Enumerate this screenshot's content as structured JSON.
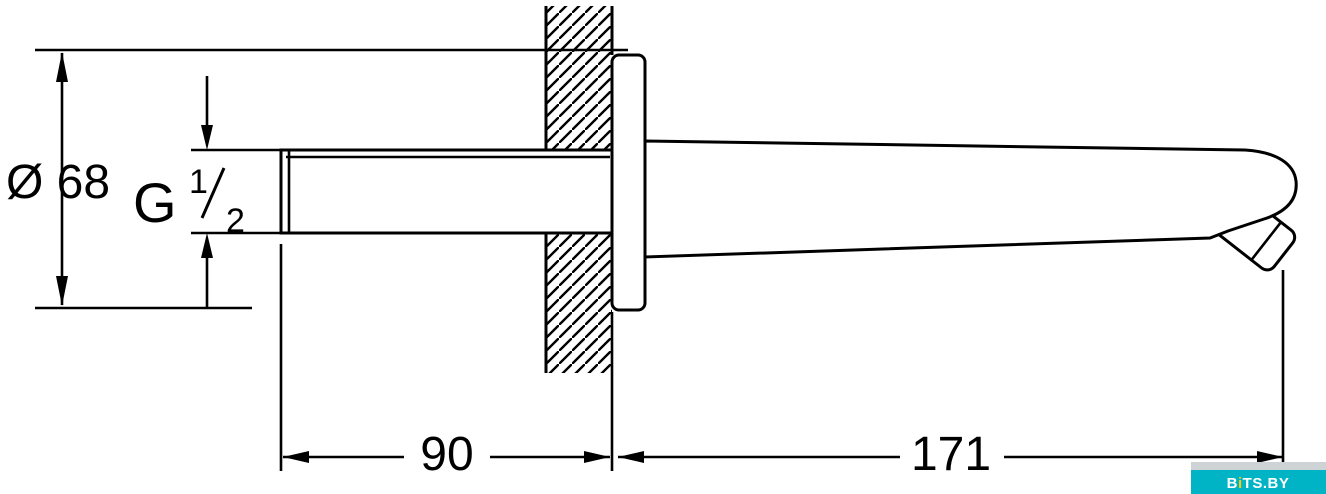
{
  "drawing": {
    "dim_diameter": {
      "label": "Ø 68"
    },
    "dim_thread": {
      "letter": "G",
      "numerator": "1",
      "denominator": "2",
      "full": "G 1/2"
    },
    "dim_depth": {
      "label": "90"
    },
    "dim_reach": {
      "label": "171"
    }
  },
  "colors": {
    "line": "#000000",
    "background": "#ffffff"
  },
  "watermark": {
    "full": "BiTS.BY",
    "part_b": "B",
    "part_i": "i",
    "part_rest": "TS.BY",
    "bg_color": "#00b4c6",
    "strip_color": "#ced4d6",
    "text_color": "#ffffff",
    "accent_color": "#ffcc00"
  }
}
